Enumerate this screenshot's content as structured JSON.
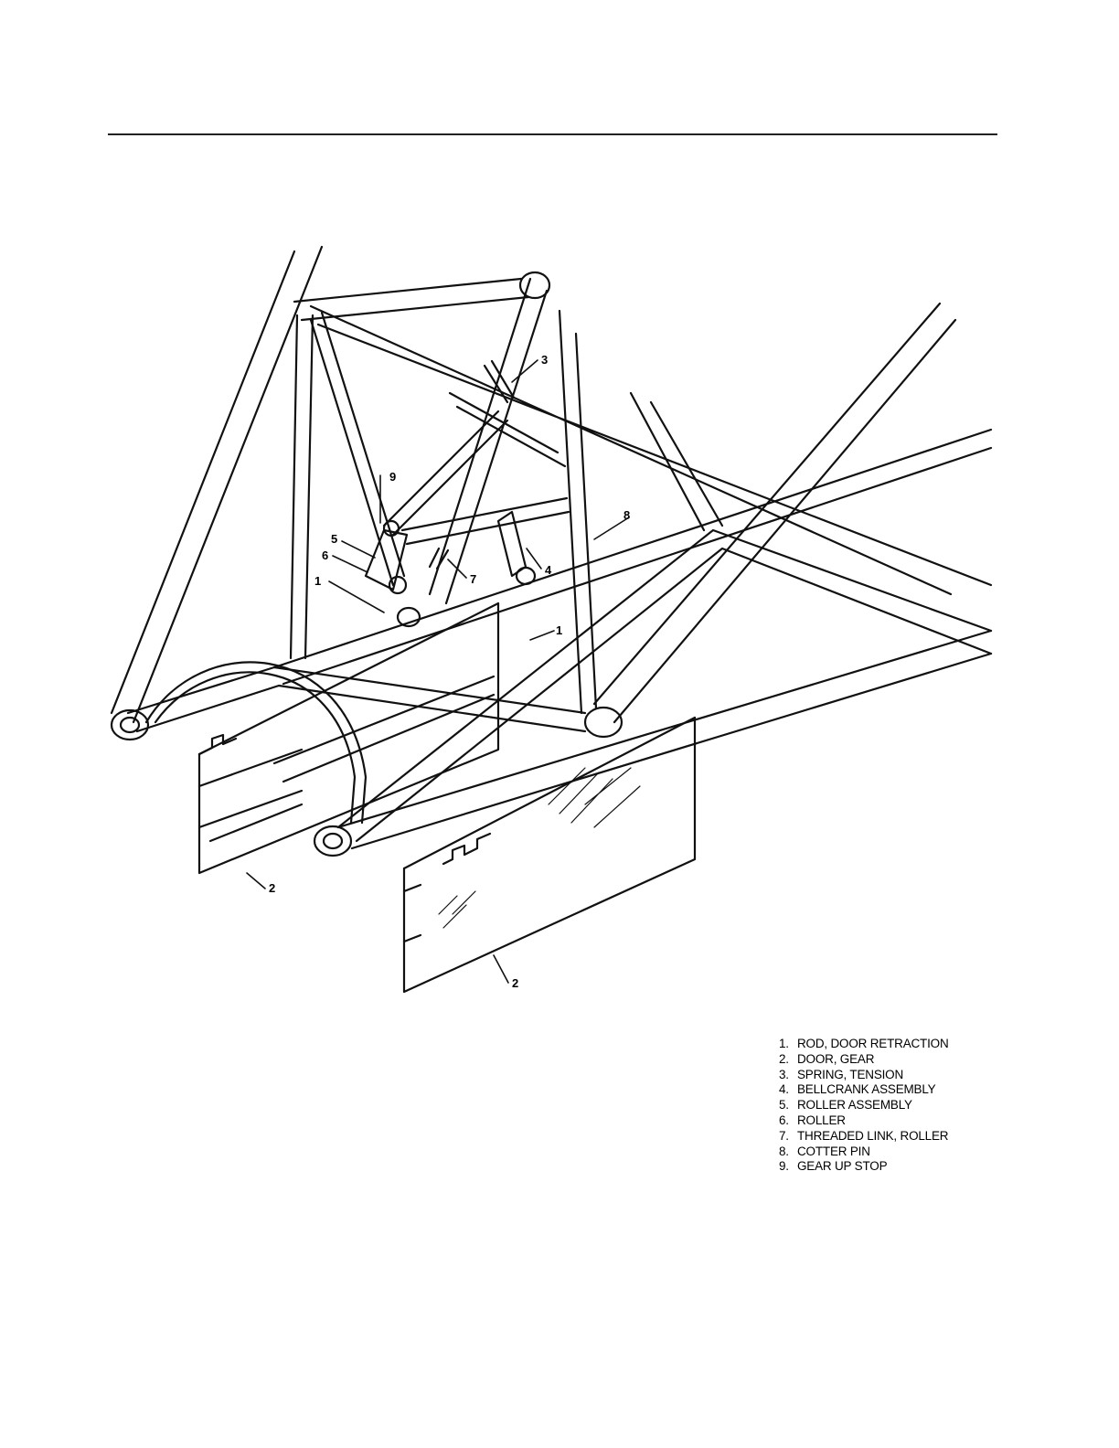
{
  "callouts": {
    "c1a": "1",
    "c1b": "1",
    "c2a": "2",
    "c2b": "2",
    "c3": "3",
    "c4": "4",
    "c5": "5",
    "c6": "6",
    "c7": "7",
    "c8": "8",
    "c9": "9"
  },
  "legend": [
    {
      "num": "1.",
      "text": "ROD, DOOR RETRACTION"
    },
    {
      "num": "2.",
      "text": "DOOR, GEAR"
    },
    {
      "num": "3.",
      "text": "SPRING, TENSION"
    },
    {
      "num": "4.",
      "text": "BELLCRANK ASSEMBLY"
    },
    {
      "num": "5.",
      "text": "ROLLER ASSEMBLY"
    },
    {
      "num": "6.",
      "text": "ROLLER"
    },
    {
      "num": "7.",
      "text": "THREADED LINK, ROLLER"
    },
    {
      "num": "8.",
      "text": "COTTER PIN"
    },
    {
      "num": "9.",
      "text": "GEAR UP STOP"
    }
  ]
}
